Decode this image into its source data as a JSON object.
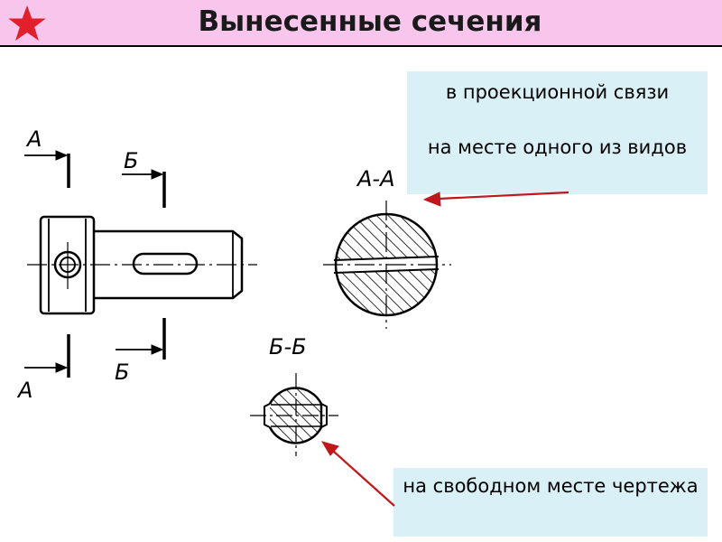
{
  "title": "Вынесенные сечения",
  "notes": {
    "projection": "в проекционной связи",
    "in_view": "на месте одного из видов",
    "free_place": "на свободном месте чертежа"
  },
  "labels": {
    "a_top": "А",
    "b_top": "Б",
    "a_bottom": "А",
    "b_bottom": "Б",
    "section_aa": "А-А",
    "section_bb": "Б-Б"
  },
  "colors": {
    "title_bg": "#f8c6ec",
    "note_bg": "#d9f0f7",
    "star": "#e0202a",
    "arrow": "#c0161c"
  },
  "icons": {
    "title_star": "star-icon"
  }
}
